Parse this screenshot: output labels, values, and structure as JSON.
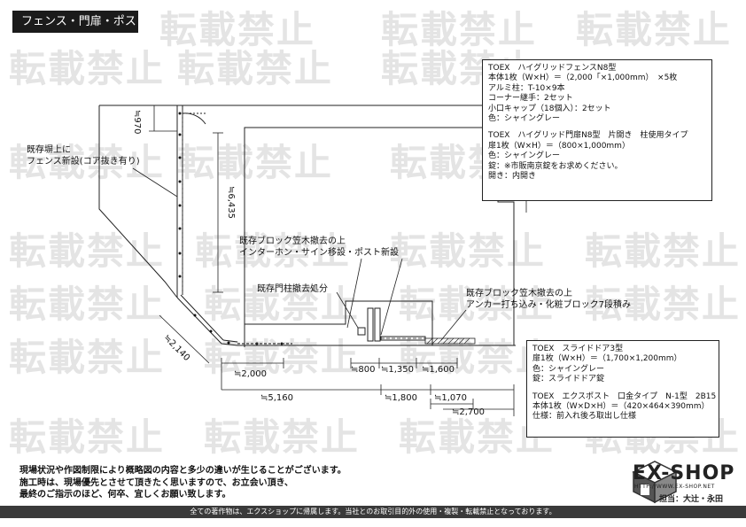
{
  "page_title": "フェンス・門扉・ポスト",
  "watermark_text": "転載禁止",
  "spec_fence": {
    "lines": [
      "TOEX　ハイグリッドフェンスN8型",
      "本体1枚（W×H）＝（2,000「×1,000mm）　×5枚",
      "アルミ柱：T-10×9本",
      "コーナー継手：2セット",
      "小口キャップ（18個入）：2セット",
      "色：シャイングレー"
    ],
    "lines2": [
      "TOEX　ハイグリッド門扉N8型　片開き　柱使用タイプ",
      "扉1枚（W×H）＝（800×1,000mm）",
      "色：シャイングレー",
      "錠：※市販南京錠をお求めください。",
      "開き：内開き"
    ]
  },
  "spec_door": {
    "lines": [
      "TOEX　スライドドア3型",
      "扉1枚（W×H）＝（1,700×1,200mm）",
      "色：シャイングレー",
      "錠：スライドドア錠"
    ],
    "lines2": [
      "TOEX　エクスポスト　口金タイプ　N-1型　2B15",
      "本体1枚（W×D×H）＝（420×464×390mm）",
      "仕様：前入れ後ろ取出し仕様"
    ]
  },
  "annotations": {
    "fence_on_wall": [
      "既存塀上に",
      "フェンス新設(コア抜き有り)"
    ],
    "block_cap_removal": [
      "既存ブロック笠木撤去の上",
      "インターホン・サイン移設・ポスト新設"
    ],
    "gate_pillar_removal": "既存門柱撤去処分",
    "anchor_block": [
      "既存ブロック笠木撤去の上",
      "アンカー打ち込み・化粧ブロック7段積み"
    ]
  },
  "dimensions": {
    "d970": "≒970",
    "d6435": "≒6,435",
    "d2140": "≒2,140",
    "d2000": "≒2,000",
    "d800": "≒800",
    "d1350": "≒1,350",
    "d1600": "≒1,600",
    "d5160": "≒5,160",
    "d1800": "≒1,800",
    "d1070": "≒1,070",
    "d2700": "≒2,700"
  },
  "footer": {
    "lines": [
      "現場状況や作図制限により概略図の内容と多少の違いが生じることがございます。",
      "施工時は、現場優先とさせて頂きたく思いますので、お立会い頂き、",
      "最終のご指示のほど、何卒、宜しくお願い致します。"
    ],
    "copyright": "全ての著作物は、エクスショップに帰属します。当社とのお取引目的外の使用・複製・転載禁止となっております。"
  },
  "logo": {
    "brand": "EX-SHOP",
    "url": "HTTP://WWW.EX-SHOP.NET",
    "staff": "担当：大辻・永田"
  }
}
